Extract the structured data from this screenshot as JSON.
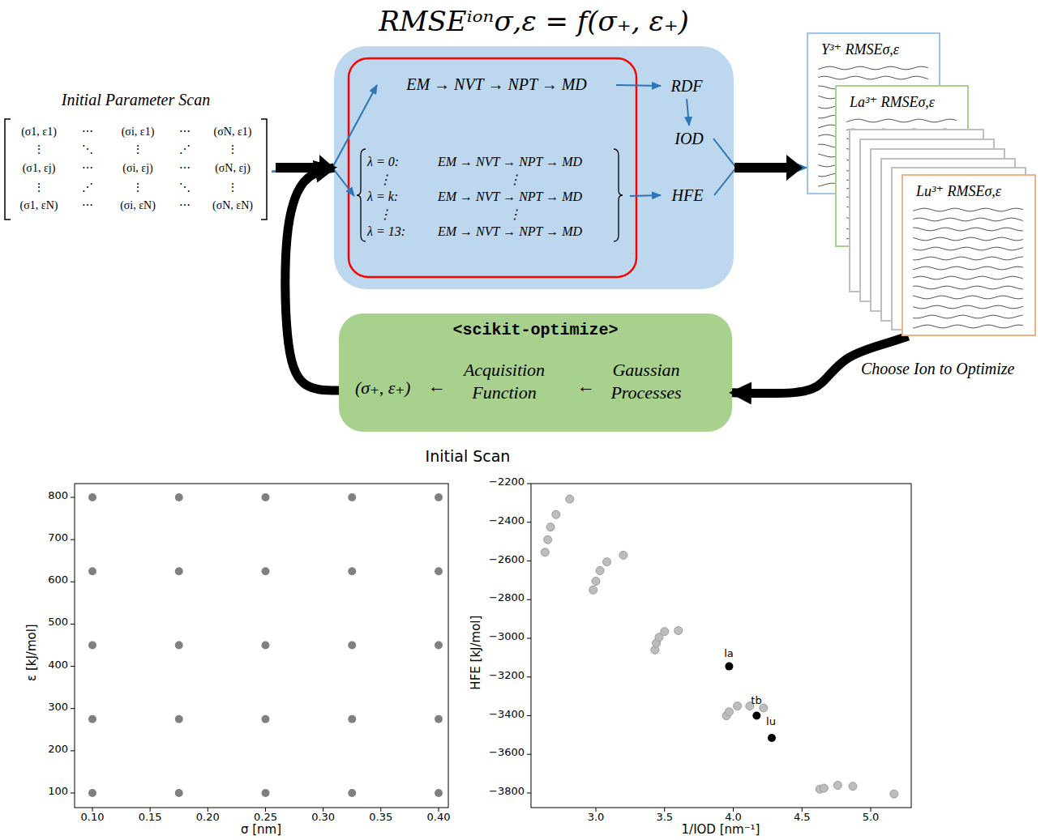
{
  "diagram": {
    "nodes": [
      {
        "text": [
          "Initial Parameter Scan",
          "(σ1, ε1)",
          "⋯",
          "(σi, ε1)",
          "⋯",
          "(σN, ε1)",
          "⋮",
          "⋱",
          "⋮",
          "⋰",
          "⋮",
          "(σ1, εj)",
          "⋯",
          "(σi, εj)",
          "⋯",
          "(σN, εj)",
          "⋮",
          "⋰",
          "⋮",
          "⋱",
          "⋮",
          "(σ1, εN)",
          "⋯",
          "(σi, εN)",
          "⋯",
          "(σN, εN)"
        ]
      },
      {
        "text": [
          "RMSEⁱᵒⁿσ,ε = f(σ₊, ε₊)"
        ]
      },
      {
        "text": [
          "EM → NVT → NPT → MD"
        ],
        "in": 1
      },
      {
        "text": [
          "λ = 0:",
          "EM → NVT → NPT → MD",
          "⋮",
          "⋮",
          "λ = k:",
          "EM → NVT → NPT → MD",
          "⋮",
          "⋮",
          "λ = 13:",
          "EM → NVT → NPT → MD"
        ],
        "in": 1
      },
      {
        "text": [
          "RDF"
        ],
        "in": 1
      },
      {
        "text": [
          "IOD"
        ],
        "in": 1
      },
      {
        "text": [
          "HFE"
        ],
        "in": 1
      },
      {
        "text": [
          "Y³⁺ RMSEσ,ε"
        ]
      },
      {
        "text": [
          "La³⁺ RMSEσ,ε"
        ]
      },
      {
        "text": [
          "Lu³⁺ RMSEσ,ε"
        ]
      },
      {
        "text": [
          "<scikit-optimize>",
          "(σ₊, ε₊)",
          "←",
          "Acquisition Function",
          "←",
          "Gaussian Processes"
        ]
      }
    ],
    "edges": [
      {
        "from": 0,
        "to": 2,
        "arrow": "to"
      },
      {
        "from": 0,
        "to": 3,
        "arrow": "to"
      },
      {
        "from": 2,
        "to": 4,
        "arrow": "to"
      },
      {
        "from": 4,
        "to": 5,
        "arrow": "to"
      },
      {
        "from": 3,
        "to": 6,
        "arrow": "to"
      },
      {
        "from": 5,
        "to": 7,
        "arrow": "to"
      },
      {
        "from": 6,
        "to": 7,
        "arrow": "to"
      },
      {
        "from": 9,
        "to": 10,
        "arrow": "to"
      },
      {
        "from": 10,
        "to": 1,
        "arrow": "to"
      }
    ],
    "labels": [
      "Choose Ion to Optimize",
      "Initial Scan",
      "800",
      "700",
      "600",
      "500",
      "400",
      "300",
      "200",
      "100",
      "0.10",
      "0.15",
      "0.20",
      "0.25",
      "0.30",
      "0.35",
      "0.40",
      "ε [kJ/mol]",
      "σ [nm]",
      "−2200",
      "−2400",
      "−2600",
      "−2800",
      "−3000",
      "−3200",
      "−3400",
      "−3600",
      "−3800",
      "3.0",
      "3.5",
      "4.0",
      "4.5",
      "5.0",
      "HFE [kJ/mol]",
      "1/IOD [nm⁻¹]",
      "la",
      "tb",
      "lu"
    ]
  }
}
